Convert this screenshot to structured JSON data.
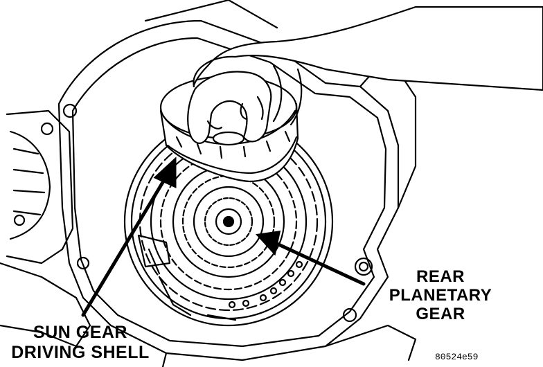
{
  "figure": {
    "callouts": {
      "rear_planetary_gear": [
        "REAR",
        "PLANETARY",
        "GEAR"
      ],
      "sun_gear_driving_shell": [
        "SUN GEAR",
        "DRIVING SHELL"
      ]
    },
    "figure_id": "80524e59"
  },
  "colors": {
    "ink": "#000000",
    "paper": "#ffffff"
  }
}
